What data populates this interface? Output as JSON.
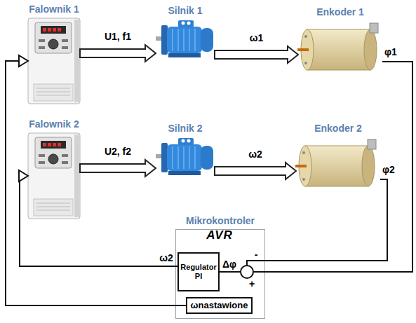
{
  "diagram": {
    "nodes": [
      {
        "text": [
          "Falownik 1"
        ]
      },
      {
        "text": [
          "Silnik 1"
        ]
      },
      {
        "text": [
          "Enkoder 1"
        ]
      },
      {
        "text": [
          "Falownik 2"
        ]
      },
      {
        "text": [
          "Silnik 2"
        ]
      },
      {
        "text": [
          "Enkoder 2"
        ]
      },
      {
        "text": [
          "Mikrokontroler"
        ]
      },
      {
        "text": [
          "Regulator PI"
        ],
        "in": 6
      },
      {
        "text": [
          "ωnastawione"
        ],
        "in": 6
      }
    ],
    "edges": [
      {
        "from": 0,
        "to": 1,
        "label": "U1, f1",
        "arrow": "to"
      },
      {
        "from": 1,
        "to": 2,
        "label": "ω1",
        "arrow": "to"
      },
      {
        "from": 3,
        "to": 4,
        "label": "U2, f2",
        "arrow": "to"
      },
      {
        "from": 4,
        "to": 5,
        "label": "ω2",
        "arrow": "to"
      },
      {
        "from": 2,
        "to": 7,
        "label": "φ1",
        "arrow": "none"
      },
      {
        "from": 5,
        "to": 7,
        "label": "φ2",
        "arrow": "none"
      },
      {
        "from": 7,
        "to": 3,
        "label": "ω2",
        "arrow": "to"
      },
      {
        "from": 8,
        "to": 0,
        "arrow": "to"
      }
    ],
    "labels": [
      "AVR",
      "Δφ",
      "-",
      "+"
    ]
  }
}
